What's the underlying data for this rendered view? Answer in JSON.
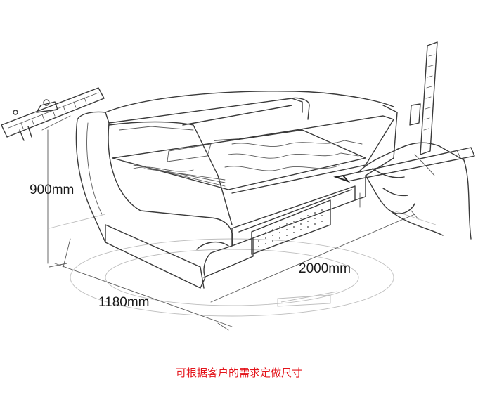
{
  "dimensions": {
    "height": "900mm",
    "width": "2000mm",
    "depth": "1180mm"
  },
  "caption": "可根据客户的需求定做尺寸",
  "colors": {
    "caption": "#e4141b",
    "line": "#3a3a3a"
  },
  "icons": [
    "pencil-icon",
    "hand-icon",
    "ruler-icon",
    "caliper-icon"
  ]
}
